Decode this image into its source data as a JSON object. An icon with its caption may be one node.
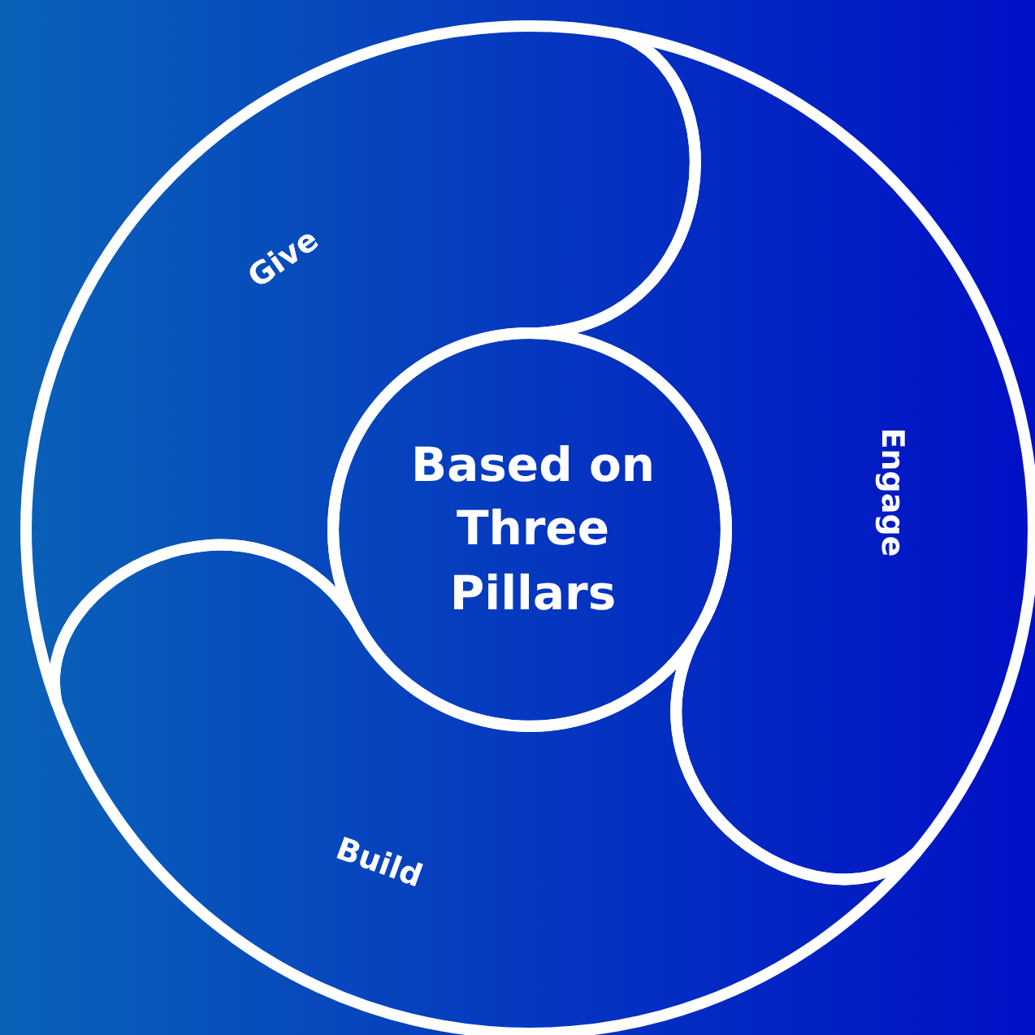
{
  "diagram": {
    "nodes": [
      {
        "text": [
          "Give"
        ]
      },
      {
        "text": [
          "Engage"
        ]
      },
      {
        "text": [
          "Build"
        ]
      },
      {
        "text": [
          "Based on Three Pillars"
        ]
      }
    ]
  }
}
